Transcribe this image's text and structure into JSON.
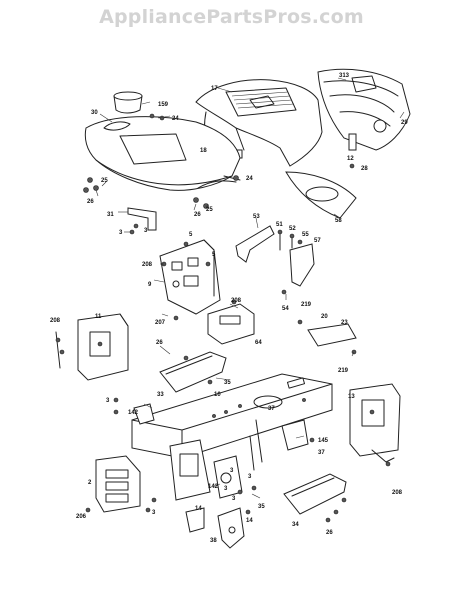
{
  "header": {
    "site_title": "AppliancePartsPros.com"
  },
  "callouts": {
    "c1": "17",
    "c2": "159",
    "c3": "30",
    "c4": "24",
    "c5": "313",
    "c6": "29",
    "c7": "18",
    "c8": "12",
    "c9": "28",
    "c10": "24",
    "c11": "26",
    "c12": "25",
    "c13": "26",
    "c14": "25",
    "c15": "31",
    "c16": "3",
    "c17": "58",
    "c18": "53",
    "c19": "51",
    "c20": "52",
    "c21": "55",
    "c22": "57",
    "c23": "5",
    "c24": "208",
    "c25": "5",
    "c26": "9",
    "c27": "208",
    "c28": "54",
    "c29": "219",
    "c30": "208",
    "c31": "11",
    "c32": "207",
    "c33": "20",
    "c34": "23",
    "c35": "64",
    "c36": "26",
    "c37": "219",
    "c38": "33",
    "c39": "35",
    "c40": "10",
    "c41": "13",
    "c42": "3",
    "c43": "142",
    "c44": "37",
    "c45": "145",
    "c46": "37",
    "c47": "2",
    "c48": "142",
    "c49": "3",
    "c50": "3",
    "c51": "35",
    "c52": "206",
    "c53": "3",
    "c54": "14",
    "c55": "14",
    "c56": "38",
    "c57": "34",
    "c58": "26",
    "c59": "208",
    "c60": "3",
    "c61": "3",
    "c62": "3"
  }
}
